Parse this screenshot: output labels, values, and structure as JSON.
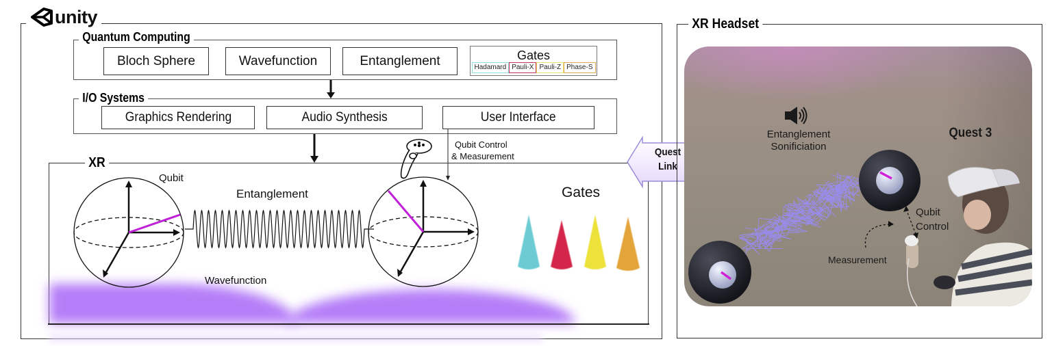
{
  "unity_panel": {
    "logo_text": "unity",
    "quantum_computing": {
      "title": "Quantum Computing",
      "modules": [
        "Bloch Sphere",
        "Wavefunction",
        "Entanglement"
      ],
      "gates_box": {
        "title": "Gates",
        "chips": [
          {
            "label": "Hadamard",
            "color": "#8fdde0"
          },
          {
            "label": "Pauli-X",
            "color": "#c8345a"
          },
          {
            "label": "Pauli-Z",
            "color": "#e4e36a"
          },
          {
            "label": "Phase-S",
            "color": "#e0a850"
          }
        ]
      }
    },
    "io_systems": {
      "title": "I/O Systems",
      "modules": [
        "Graphics Rendering",
        "Audio Synthesis",
        "User Interface"
      ]
    },
    "controller_caption": [
      "Qubit Control",
      "& Measurement"
    ],
    "xr": {
      "title": "XR",
      "qubit_label": "Qubit",
      "entanglement_label": "Entanglement",
      "wavefunction_label": "Wavefunction",
      "gates_label": "Gates",
      "cone_colors": [
        "#6ccbd3",
        "#d4264a",
        "#ece23a",
        "#e3a53a"
      ],
      "qubit_vector_color": "#c020d8",
      "wavefunction_color": "#b57ef8"
    }
  },
  "quest_link": {
    "line1": "Quest",
    "line2": "Link"
  },
  "xr_headset_panel": {
    "title": "XR Headset",
    "labels": {
      "sonification": [
        "Entanglement",
        "Sonificiation"
      ],
      "device": "Quest 3",
      "qubit_control": [
        "Qubit",
        "Control"
      ],
      "measurement": "Measurement"
    },
    "speaker_icon": "speaker-icon"
  }
}
